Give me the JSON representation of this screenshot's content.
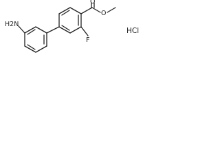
{
  "molecule": {
    "atoms": {
      "amine": "H2N",
      "fluorine": "F",
      "carbonyl_oxygen": "O",
      "ester_oxygen": "O"
    },
    "salt": "HCl"
  }
}
